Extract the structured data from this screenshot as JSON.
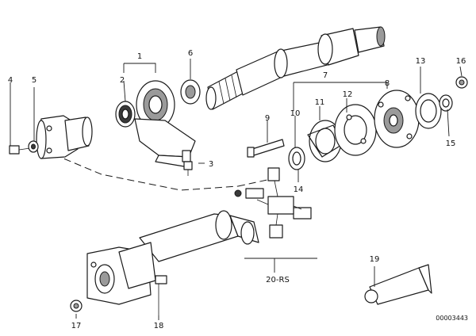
{
  "diagram": {
    "reference_number": "00003443",
    "callouts": {
      "c1": "1",
      "c2": "2",
      "c3": "3",
      "c4": "4",
      "c5": "5",
      "c6": "6",
      "c7": "7",
      "c8": "8",
      "c9": "9",
      "c10": "10",
      "c11": "11",
      "c12": "12",
      "c13": "13",
      "c14": "14",
      "c15": "15",
      "c16": "16",
      "c17": "17",
      "c18": "18",
      "c19": "19",
      "c20": "20-RS"
    }
  }
}
